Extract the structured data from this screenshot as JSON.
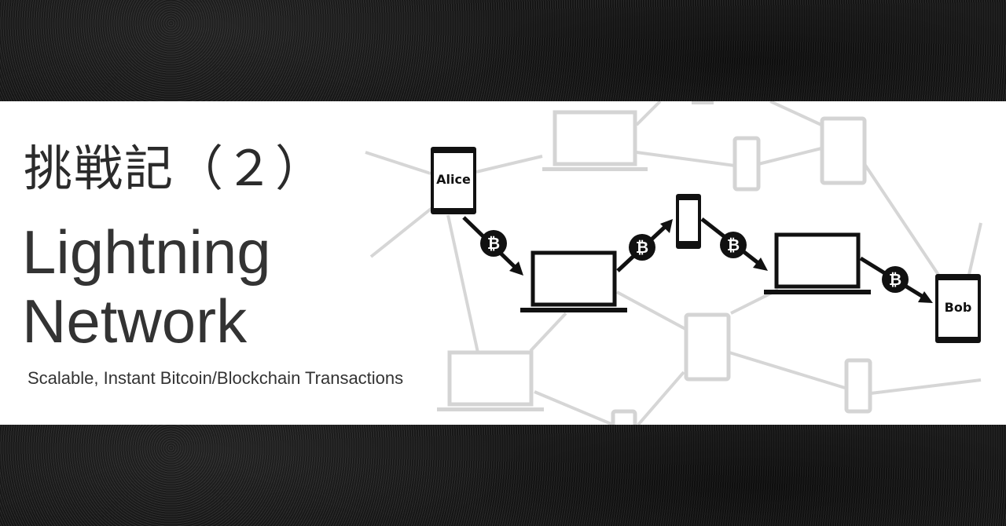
{
  "banner": {
    "title_ja": "挑戦記（２）",
    "title_en": "Lightning\nNetwork",
    "subtitle": "Scalable, Instant Bitcoin/Blockchain Transactions"
  },
  "diagram": {
    "sender_label": "Alice",
    "receiver_label": "Bob",
    "coin_symbol": "₿",
    "colors": {
      "active": "#111111",
      "inactive": "#d4d4d4",
      "background": "#ffffff"
    }
  }
}
